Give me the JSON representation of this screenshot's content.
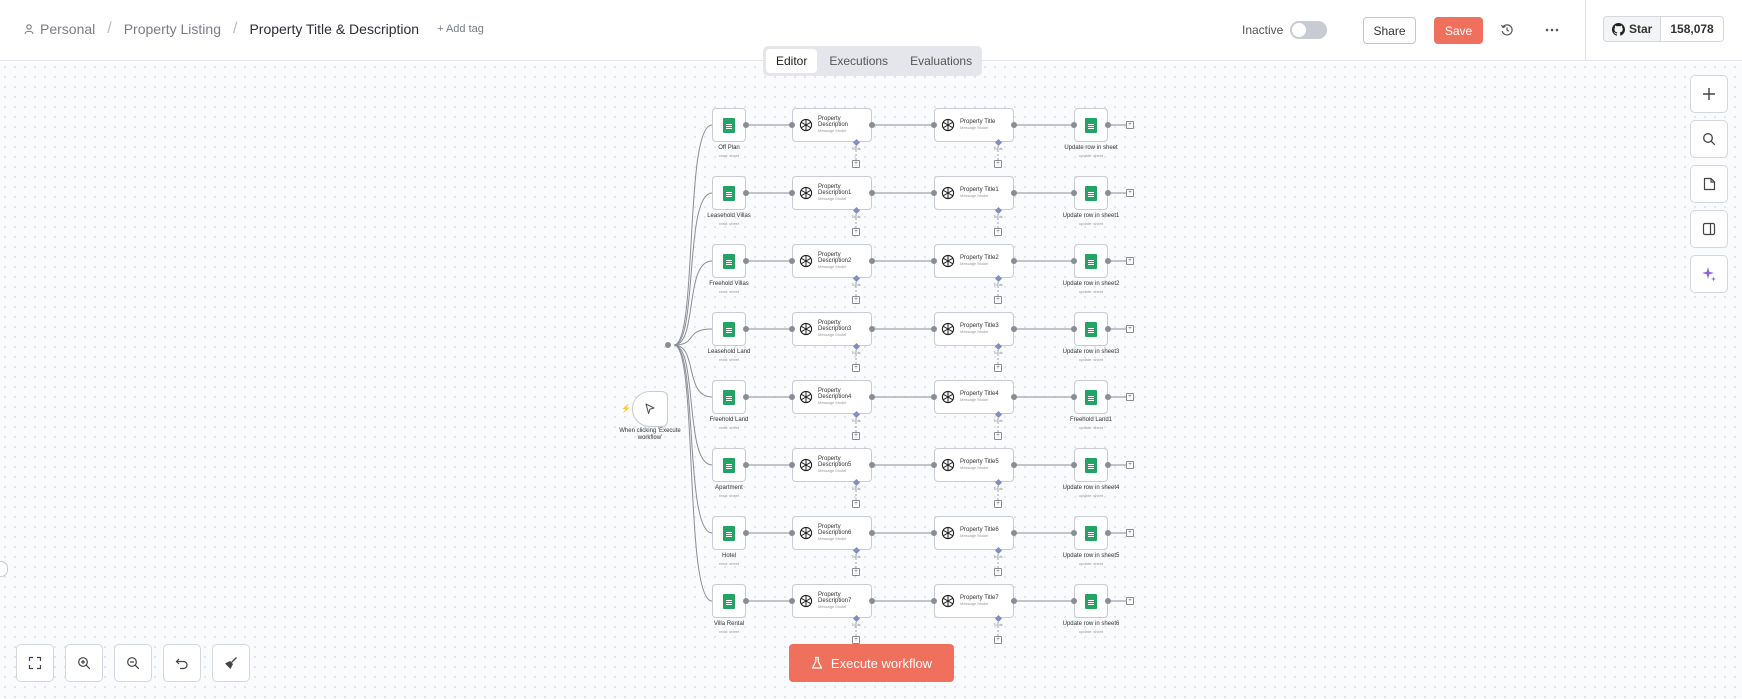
{
  "breadcrumb": {
    "workspace": "Personal",
    "folder": "Property Listing",
    "workflow_title": "Property Title & Description",
    "add_tag": "+ Add tag"
  },
  "header": {
    "status_label": "Inactive",
    "share_label": "Share",
    "save_label": "Save",
    "github_star_label": "Star",
    "github_star_count": "158,078"
  },
  "tabs": [
    {
      "label": "Editor",
      "active": true
    },
    {
      "label": "Executions",
      "active": false
    },
    {
      "label": "Evaluations",
      "active": false
    }
  ],
  "trigger": {
    "label": "When clicking 'Execute workflow'"
  },
  "rows": [
    {
      "sheet": "Off Plan",
      "sheet_sub": "read: sheet",
      "desc_title": "Property Description",
      "desc_sub": "Message Model",
      "title_title": "Property Title",
      "title_sub": "Message Model",
      "update": "Update row in sheet",
      "update_sub": "update: sheet"
    },
    {
      "sheet": "Leasehold Villas",
      "sheet_sub": "read: sheet",
      "desc_title": "Property Description1",
      "desc_sub": "Message Model",
      "title_title": "Property Title1",
      "title_sub": "Message Model",
      "update": "Update row in sheet1",
      "update_sub": "update: sheet"
    },
    {
      "sheet": "Freehold Villas",
      "sheet_sub": "read: sheet",
      "desc_title": "Property Description2",
      "desc_sub": "Message Model",
      "title_title": "Property Title2",
      "title_sub": "Message Model",
      "update": "Update row in sheet2",
      "update_sub": "update: sheet"
    },
    {
      "sheet": "Leasehold Land",
      "sheet_sub": "read: sheet",
      "desc_title": "Property Description3",
      "desc_sub": "Message Model",
      "title_title": "Property Title3",
      "title_sub": "Message Model",
      "update": "Update row in sheet3",
      "update_sub": "update: sheet"
    },
    {
      "sheet": "Freehold Land",
      "sheet_sub": "read: sheet",
      "desc_title": "Property Description4",
      "desc_sub": "Message Model",
      "title_title": "Property Title4",
      "title_sub": "Message Model",
      "update": "Freehold Land1",
      "update_sub": "update: sheet"
    },
    {
      "sheet": "Apartment",
      "sheet_sub": "read: sheet",
      "desc_title": "Property Description5",
      "desc_sub": "Message Model",
      "title_title": "Property Title5",
      "title_sub": "Message Model",
      "update": "Update row in sheet4",
      "update_sub": "update: sheet"
    },
    {
      "sheet": "Hotel",
      "sheet_sub": "read: sheet",
      "desc_title": "Property Description6",
      "desc_sub": "Message Model",
      "title_title": "Property Title6",
      "title_sub": "Message Model",
      "update": "Update row in sheet5",
      "update_sub": "update: sheet"
    },
    {
      "sheet": "Villa Rental",
      "sheet_sub": "read: sheet",
      "desc_title": "Property Description7",
      "desc_sub": "Message Model",
      "title_title": "Property Title7",
      "title_sub": "Message Model",
      "update": "Update row in sheet6",
      "update_sub": "update: sheet"
    }
  ],
  "tools_label": "Tools",
  "execute_button": "Execute workflow",
  "colors": {
    "accent": "#f0705e",
    "sheets_green": "#21a464",
    "edge": "#8a8d96"
  }
}
